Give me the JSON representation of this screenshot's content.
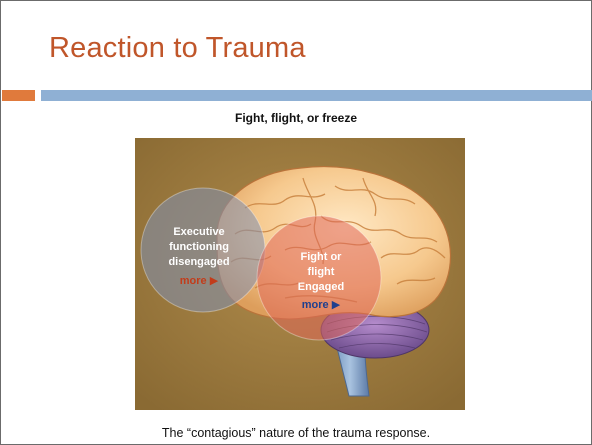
{
  "slide": {
    "title": "Reaction to Trauma",
    "subtitle": "Fight, flight, or freeze",
    "caption": "The “contagious” nature of the trauma response."
  },
  "figure": {
    "left_circle": {
      "lines": [
        "Executive",
        "functioning",
        "disengaged"
      ],
      "more_label": "more ▶"
    },
    "right_circle": {
      "lines": [
        "Fight or",
        "flight",
        "Engaged"
      ],
      "more_label": "more ▶"
    }
  },
  "colors": {
    "title": "#c0562a",
    "accent_orange": "#e07a3c",
    "accent_blue": "#8fb0d4",
    "figure_background": "#9c7a3d",
    "more_left": "#c23c1a",
    "more_right": "#1f3f8e"
  }
}
